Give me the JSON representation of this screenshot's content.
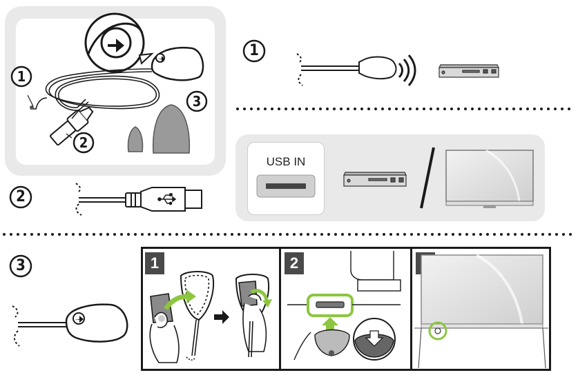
{
  "callouts": {
    "one": "1",
    "two": "2",
    "three": "3"
  },
  "usb_label": "USB IN",
  "steps": [
    {
      "number": "1"
    },
    {
      "number": "2"
    },
    {
      "number": "3"
    }
  ],
  "colors": {
    "green": "#8cc63f",
    "panel_grey": "#e6e6e6",
    "step_badge": "#4a4a4a",
    "outline": "#1a1a1a"
  },
  "icons": {
    "usb": "usb-symbol-icon",
    "arrow": "arrow-right-icon",
    "wireless": "signal-waves-icon"
  }
}
